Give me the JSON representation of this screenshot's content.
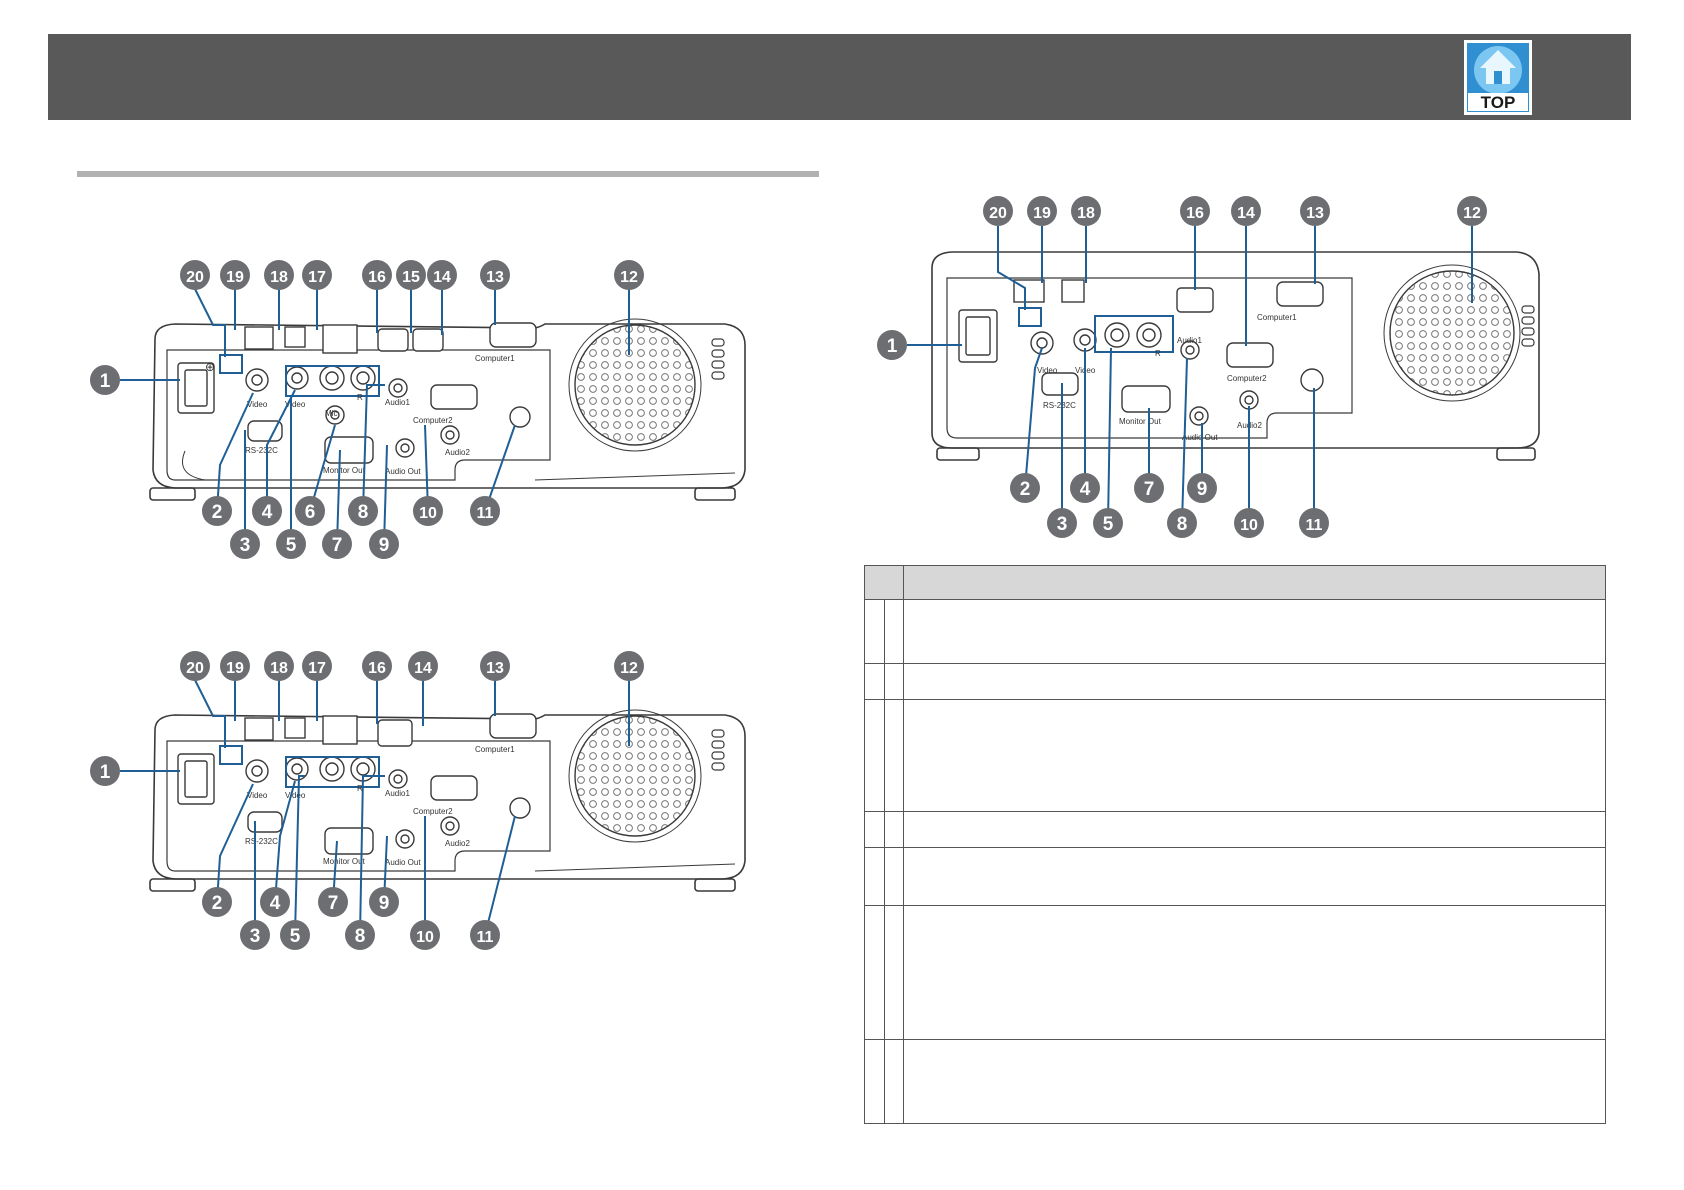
{
  "header": {
    "top_label": "TOP"
  },
  "panel_labels": {
    "video": "Video",
    "rs232c": "RS-232C",
    "monitor_out": "Monitor Out",
    "audio_out": "Audio Out",
    "audio1": "Audio1",
    "audio2": "Audio2",
    "computer1": "Computer1",
    "computer2": "Computer2",
    "mic": "Mic",
    "r": "R"
  },
  "callouts": [
    "1",
    "2",
    "3",
    "4",
    "5",
    "6",
    "7",
    "8",
    "9",
    "10",
    "11",
    "12",
    "13",
    "14",
    "15",
    "16",
    "17",
    "18",
    "19",
    "20"
  ],
  "colors": {
    "callout_fill": "#6d6e71",
    "leader_line": "#1f5f95",
    "header_bg": "#59595a",
    "table_header_bg": "#d7d7d7"
  },
  "table": {
    "headers": [
      "",
      ""
    ],
    "rows": [
      [
        "",
        ""
      ],
      [
        "",
        ""
      ],
      [
        "",
        ""
      ],
      [
        "",
        ""
      ],
      [
        "",
        ""
      ],
      [
        "",
        ""
      ],
      [
        "",
        ""
      ]
    ]
  }
}
